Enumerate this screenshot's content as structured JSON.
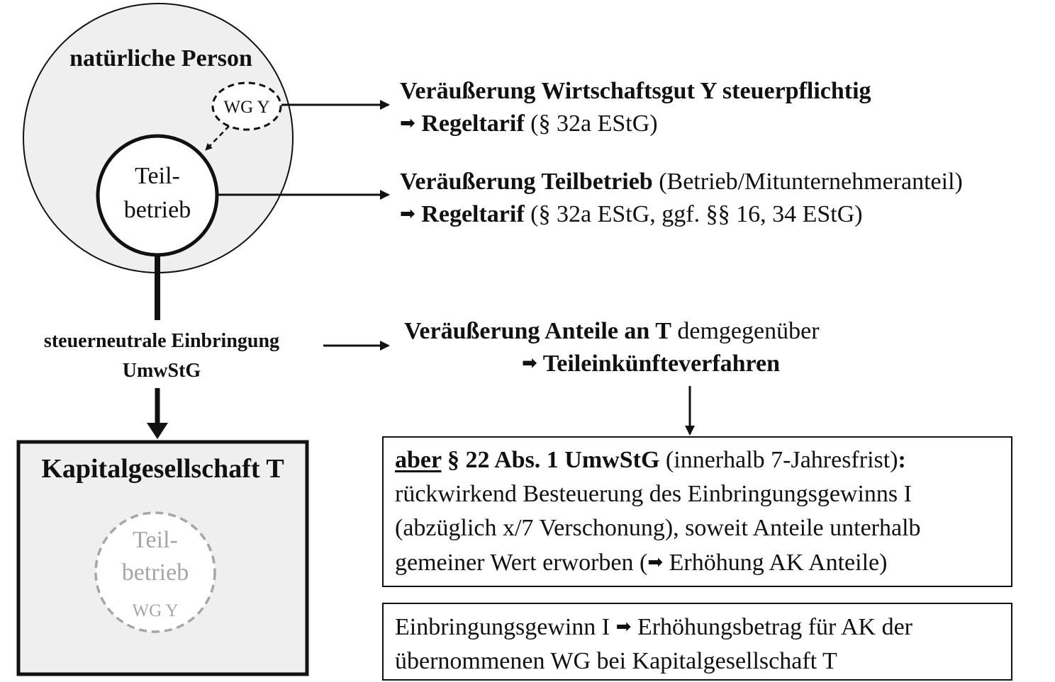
{
  "left": {
    "person_label": "natürliche Person",
    "wg_label": "WG Y",
    "teilbetrieb_line1": "Teil-",
    "teilbetrieb_line2": "betrieb",
    "contribution_line1": "steuerneutrale Einbringung",
    "contribution_line2": "UmwStG",
    "company_label": "Kapitalgesellschaft T",
    "ghost_line1": "Teil-",
    "ghost_line2": "betrieb",
    "ghost_wg": "WG Y"
  },
  "right": {
    "sale_wg": {
      "title": "Veräußerung Wirtschaftsgut Y steuerpflichtig",
      "result_bold": "Regeltarif",
      "result_rest": " (§ 32a EStG)"
    },
    "sale_tb": {
      "title_bold": "Veräußerung Teilbetrieb",
      "title_rest": " (Betrieb/Mitunternehmeranteil)",
      "result_bold": "Regeltarif",
      "result_rest": " (§ 32a EStG, ggf. §§ 16, 34 EStG)"
    },
    "sale_shares": {
      "title_bold": "Veräußerung Anteile an T",
      "title_rest": " demgegenüber",
      "result_bold": "Teileinkünfteverfahren"
    },
    "box1": {
      "aber": "aber",
      "law": " § 22 Abs. 1 UmwStG",
      "paren": " (innerhalb 7-Jahresfrist)",
      "colon": ":",
      "line2": "rückwirkend Besteuerung des Einbringungsgewinns I",
      "line3": "(abzüglich x/7 Verschonung), soweit Anteile unterhalb",
      "line4a": "gemeiner Wert erworben (",
      "line4b": " Erhöhung AK Anteile)"
    },
    "box2": {
      "line1a": "Einbringungsgewinn I ",
      "line1b": " Erhöhungsbetrag für AK der",
      "line2": "übernommenen WG bei Kapitalgesellschaft T"
    }
  },
  "glyphs": {
    "arrow": "➡"
  },
  "colors": {
    "fill_gray": "#efefef",
    "ghost_gray": "#a6a6a6",
    "line": "#111111"
  }
}
